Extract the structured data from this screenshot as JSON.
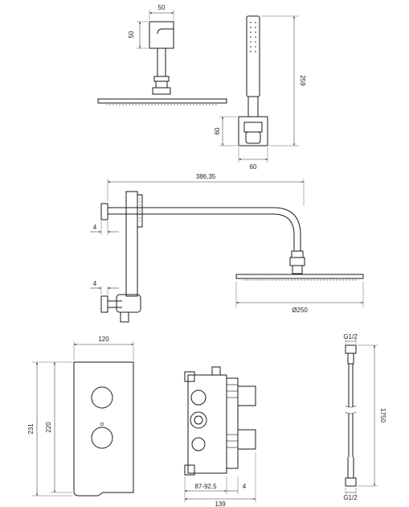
{
  "dimensions": {
    "d01": "50",
    "d02": "50",
    "d03": "259",
    "d04": "60",
    "d05": "60",
    "d06": "386,35",
    "d07": "4",
    "d08": "4",
    "d09": "Ø250",
    "d10": "120",
    "d11": "231",
    "d12": "220",
    "d13": "G1/2",
    "d14": "1750",
    "d15": "G1/2",
    "d16": "87-92,5",
    "d17": "4",
    "d18": "139"
  }
}
